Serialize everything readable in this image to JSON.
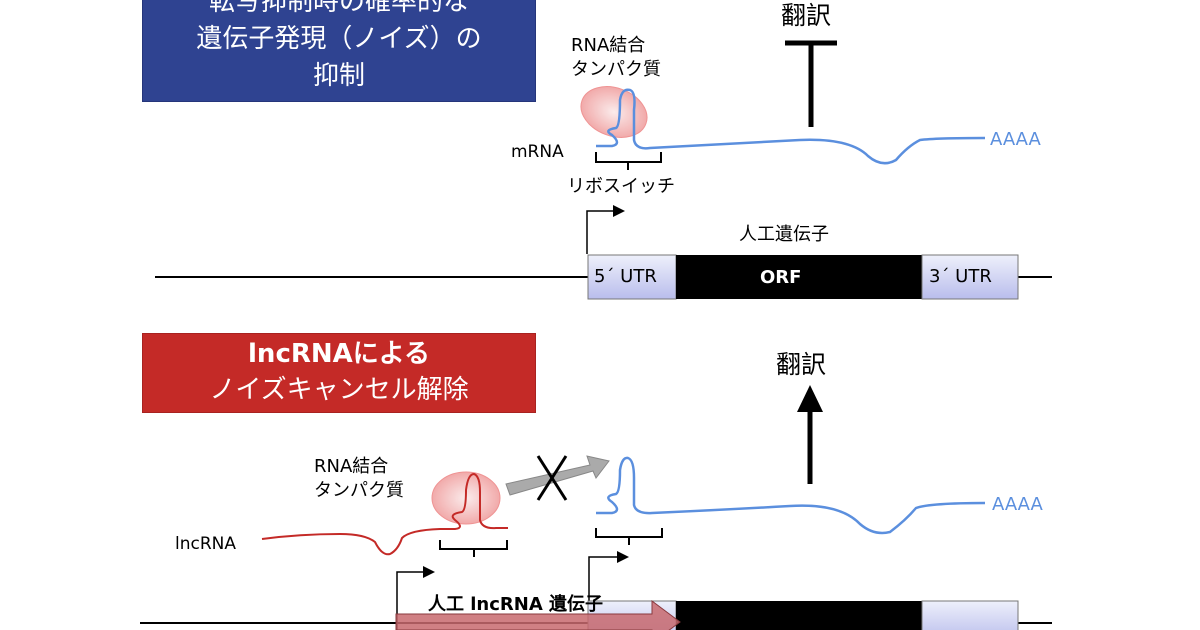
{
  "panel_top": {
    "title_lines": [
      "転写抑制時の確率的な",
      "遺伝子発現（ノイズ）の",
      "抑制"
    ],
    "title_color": "#2f4391",
    "translation_label": "翻訳",
    "translation_state": "blocked",
    "protein_label_lines": [
      "RNA結合",
      "タンパク質"
    ],
    "mrna_label": "mRNA",
    "polya_label": "AAAA",
    "riboswitch_label": "リボスイッチ",
    "gene_label": "人工遺伝子",
    "gene_segments": [
      "5´ UTR",
      "ORF",
      "3´ UTR"
    ]
  },
  "panel_bottom": {
    "title_lines": [
      "lncRNAによる",
      "ノイズキャンセル解除"
    ],
    "title_color": "#c42a27",
    "translation_label": "翻訳",
    "translation_state": "active",
    "protein_label_lines": [
      "RNA結合",
      "タンパク質"
    ],
    "lncrna_label": "lncRNA",
    "polya_label": "AAAA",
    "lncrna_gene_label": "人工 lncRNA 遺伝子"
  },
  "colors": {
    "mrna": "#5b8fde",
    "lncrna": "#c42a27",
    "protein": "#f2a0a0",
    "utr": "#c9cdf0",
    "orf": "#000000",
    "blocked_arrow": "#aaaaaa"
  }
}
